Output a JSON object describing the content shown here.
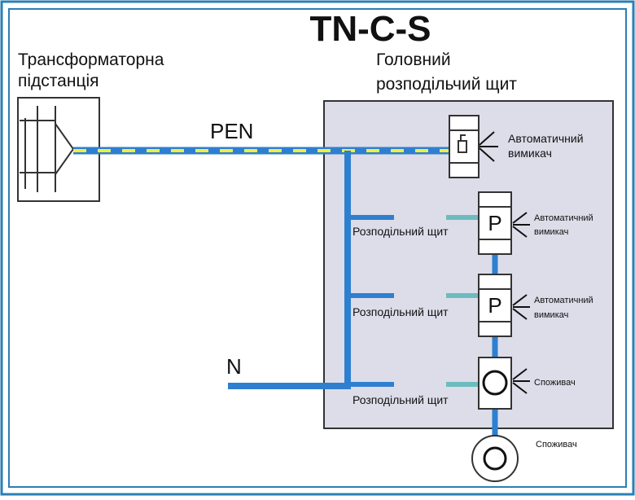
{
  "title": "TN-C-S",
  "substation": {
    "line1": "Трансформаторна",
    "line2": "підстанція"
  },
  "main_board": {
    "line1": "Головний",
    "line2": "розподільчий щит"
  },
  "conductor_labels": {
    "pen": "PEN",
    "n": "N"
  },
  "distribution_labels": [
    "Розподільний щит",
    "Розподільний щит",
    "Розподільний щит"
  ],
  "devices": {
    "main_breaker": {
      "line1": "Автоматичний",
      "line2": "вимикач"
    },
    "breaker_1": {
      "symbol": "P",
      "line1": "Автоматичний",
      "line2": "вимикач"
    },
    "breaker_2": {
      "symbol": "P",
      "line1": "Автоматичний",
      "line2": "вимикач"
    },
    "consumer_1": {
      "label": "Споживач"
    },
    "consumer_2": {
      "label": "Споживач"
    }
  },
  "colors": {
    "frame": "#2b7fb5",
    "board_fill": "#dcdde9",
    "wire_blue": "#2e7fd0",
    "wire_teal": "#6cbcbf",
    "pen_yellow": "#f0ee3c"
  }
}
